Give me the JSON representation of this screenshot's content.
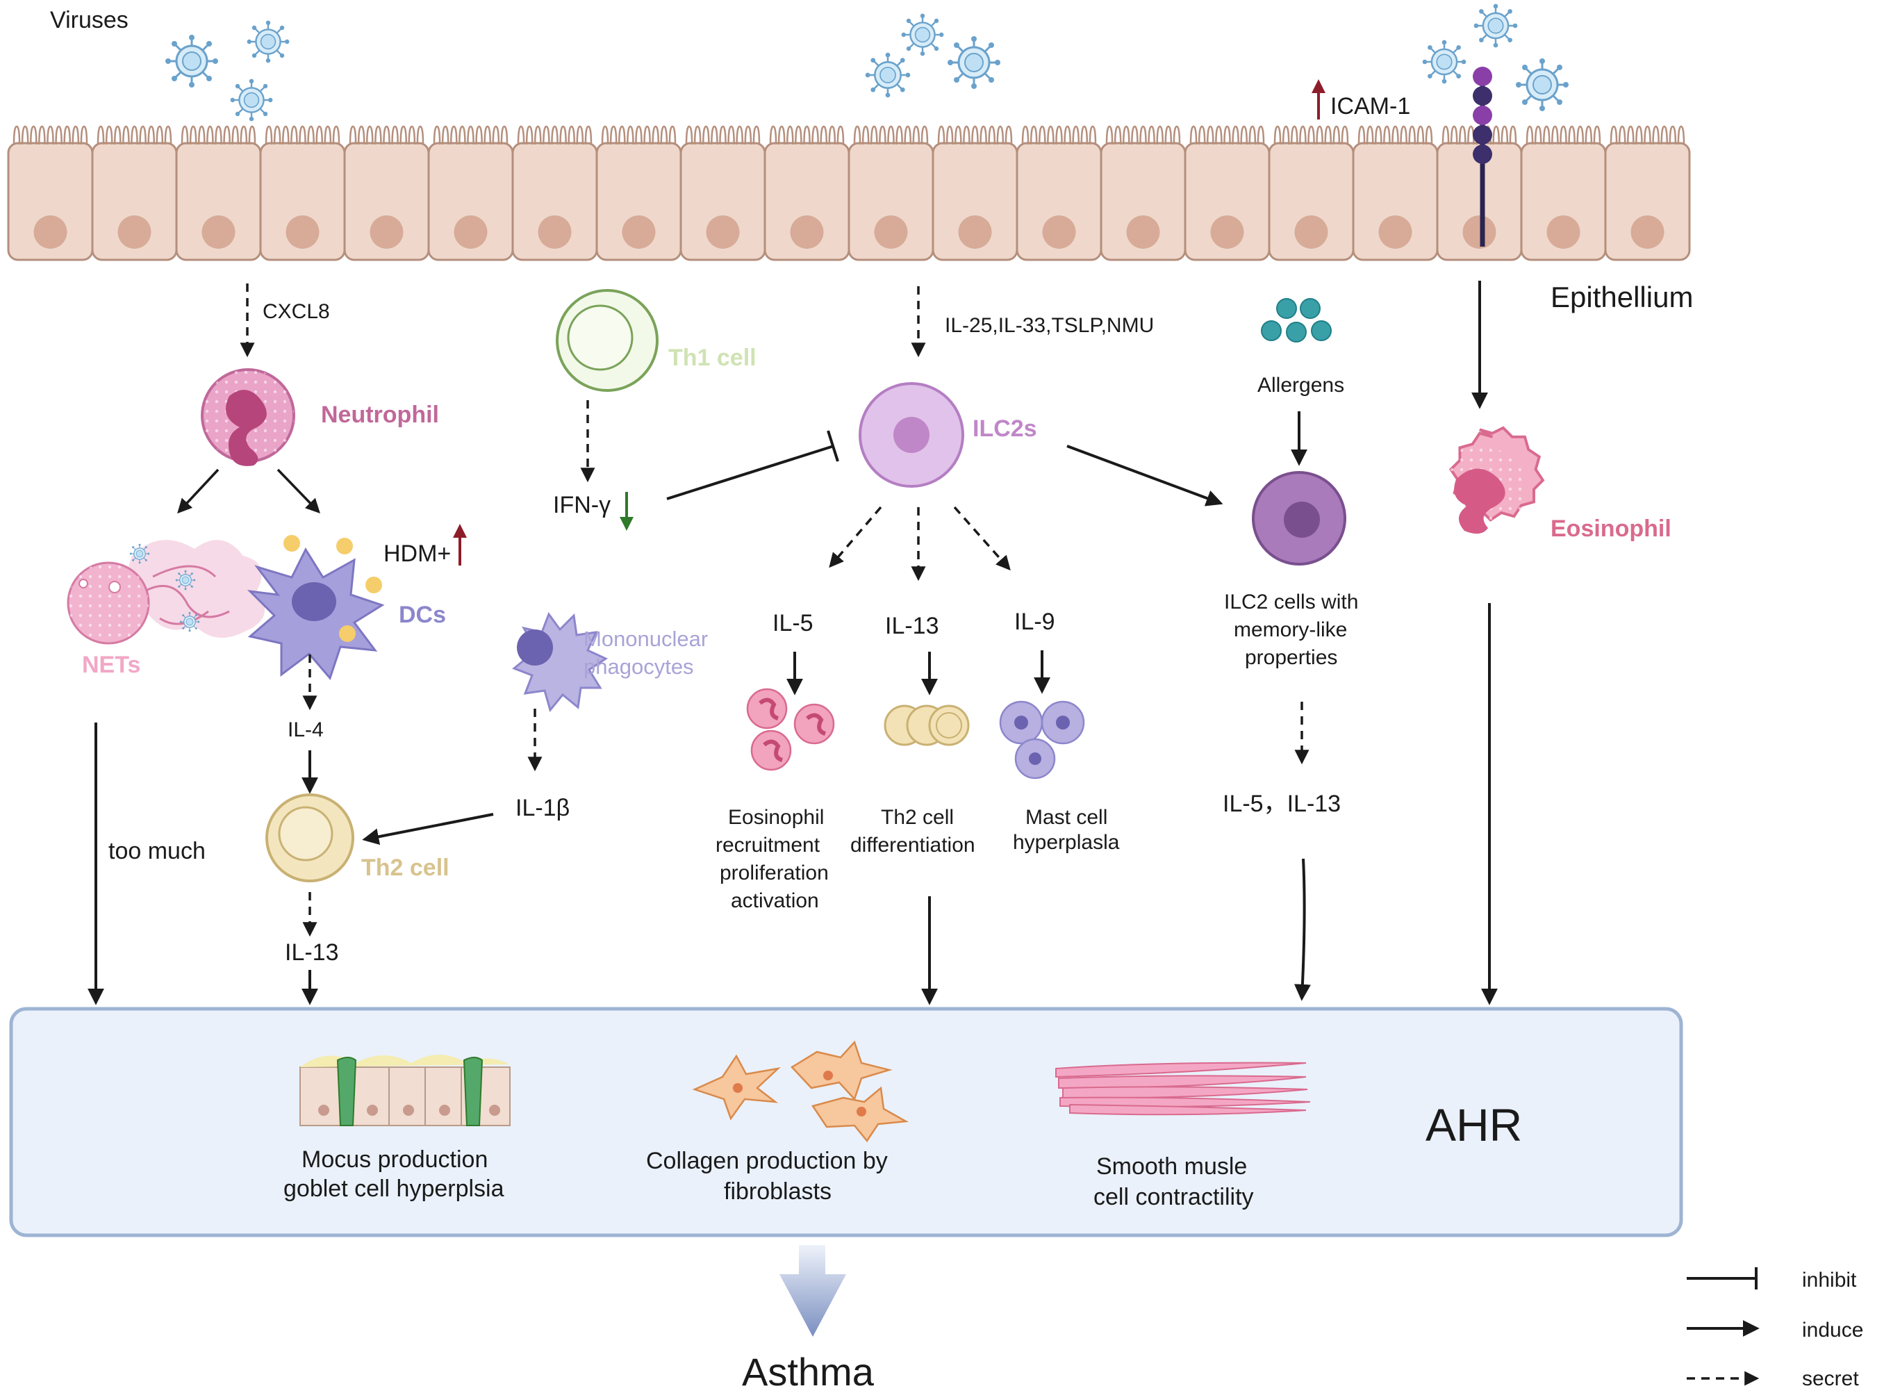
{
  "labels": {
    "viruses": "Viruses",
    "icam": "ICAM-1",
    "epithelium": "Epithellium",
    "cxcl8": "CXCL8",
    "neutrophil": "Neutrophil",
    "nets": "NETs",
    "dcs": "DCs",
    "hdm": "HDM+",
    "il4": "IL-4",
    "th2cell": "Th2 cell",
    "il13_left": "IL-13",
    "too_much": "too much",
    "th1cell": "Th1 cell",
    "ifng": "IFN-γ",
    "mono_line1": "Mononuclear",
    "mono_line2": "phagocytes",
    "il1b": "IL-1β",
    "cytokines": "IL-25,IL-33,TSLP,NMU",
    "ilc2s": "ILC2s",
    "il5": "IL-5",
    "il13_mid": "IL-13",
    "il9": "IL-9",
    "eos_effect_1": "Eosinophil",
    "eos_effect_2": "recruitment",
    "eos_effect_3": "proliferation",
    "eos_effect_4": "activation",
    "th2_effect_1": "Th2 cell",
    "th2_effect_2": "differentiation",
    "mast_effect_1": "Mast cell",
    "mast_effect_2": "hyperplasla",
    "allergens": "Allergens",
    "ilc2mem_1": "ILC2 cells with",
    "ilc2mem_2": "memory-like",
    "ilc2mem_3": "properties",
    "il5_il13": "IL-5，IL-13",
    "eosinophil": "Eosinophil",
    "mucus_1": "Mocus production",
    "mucus_2": "goblet cell hyperplsia",
    "collagen_1": "Collagen production by",
    "collagen_2": "fibroblasts",
    "smooth_1": "Smooth musle",
    "smooth_2": "cell contractility",
    "ahr": "AHR",
    "asthma": "Asthma"
  },
  "legend": {
    "inhibit": "inhibit",
    "induce": "induce",
    "secret": "secret"
  },
  "colors": {
    "neutrophil": "#c0689a",
    "nets": "#f2a7c6",
    "dcs": "#8c86cc",
    "th2": "#d8c38e",
    "th1": "#cfe3b3",
    "mono": "#a9a3d6",
    "ilc2s": "#c087c8",
    "eosinophil": "#d96a8e",
    "up_arrow": "#8e1d2a",
    "down_arrow": "#2f7a2a",
    "panel_fill": "#eaf1fb",
    "panel_border": "#9eb4d3",
    "asthma_arrow": "#7a8fc0"
  },
  "icons": [
    "virus-icon",
    "epithelial-cell-icon",
    "neutrophil-icon",
    "nets-icon",
    "dendritic-cell-icon",
    "th2-cell-icon",
    "th1-cell-icon",
    "mononuclear-phagocyte-icon",
    "ilc2-cell-icon",
    "eosinophil-icon",
    "mast-cell-icon",
    "allergen-icon",
    "goblet-cell-icon",
    "fibroblast-icon",
    "smooth-muscle-icon",
    "icam-receptor-icon"
  ]
}
